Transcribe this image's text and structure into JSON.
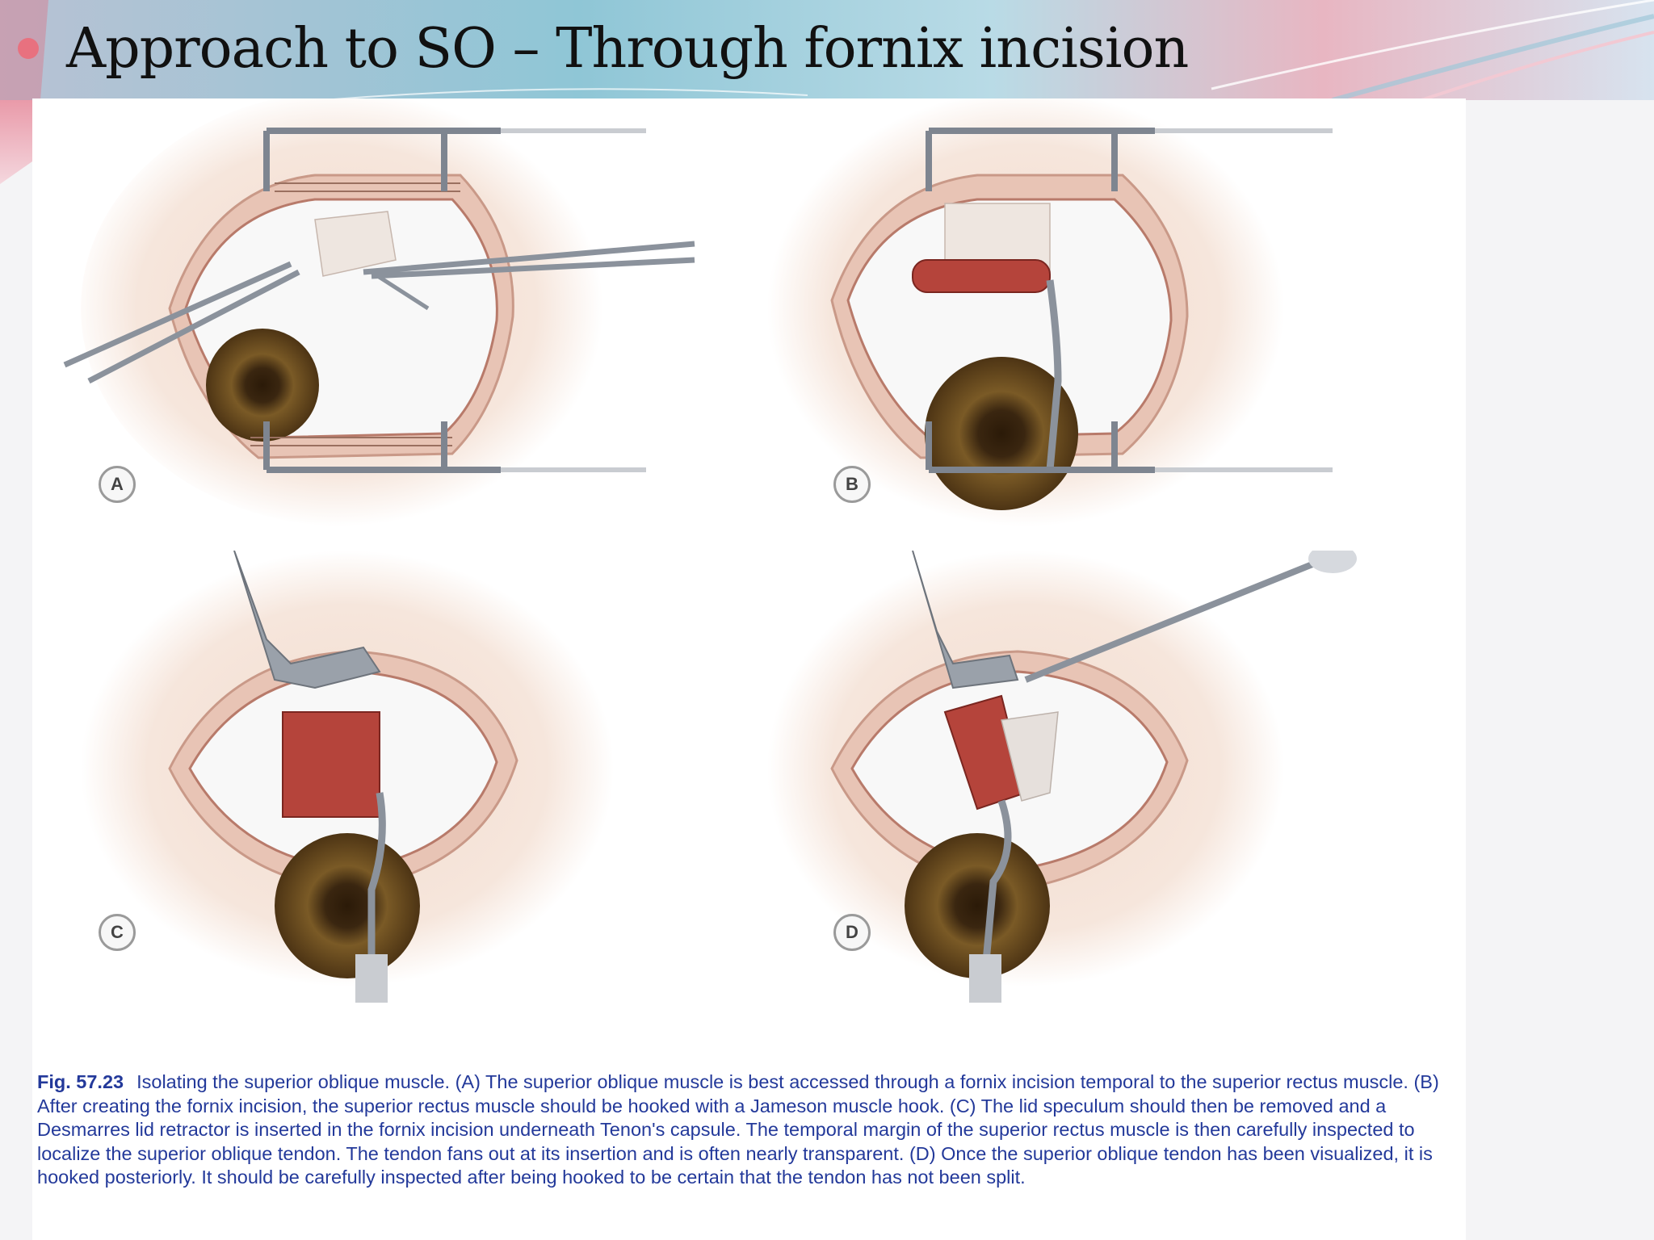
{
  "slide": {
    "title": "Approach to SO – Through fornix incision",
    "bullet_color": "#e8717f"
  },
  "figure": {
    "panels": [
      {
        "label": "A"
      },
      {
        "label": "B"
      },
      {
        "label": "C"
      },
      {
        "label": "D"
      }
    ],
    "caption_number": "Fig. 57.23",
    "caption_text": "Isolating the superior oblique muscle. (A) The superior oblique muscle is best accessed through a fornix incision temporal to the superior rectus muscle. (B) After creating the fornix incision, the superior rectus muscle should be hooked with a Jameson muscle hook. (C) The lid speculum should then be removed and a Desmarres lid retractor is inserted in the fornix incision underneath Tenon's capsule. The temporal margin of the superior rectus muscle is then carefully inspected to localize the superior oblique tendon. The tendon fans out at its insertion and is often nearly transparent. (D) Once the superior oblique tendon has been visualized, it is hooked posteriorly. It should be carefully inspected after being hooked to be certain that the tendon has not been split."
  },
  "colors": {
    "header_teal": "#7fb9c8",
    "header_pink": "#e7a3b0",
    "caption_blue": "#23399a",
    "muscle_red": "#b5443b",
    "iris_brown": "#6a4a1e"
  }
}
